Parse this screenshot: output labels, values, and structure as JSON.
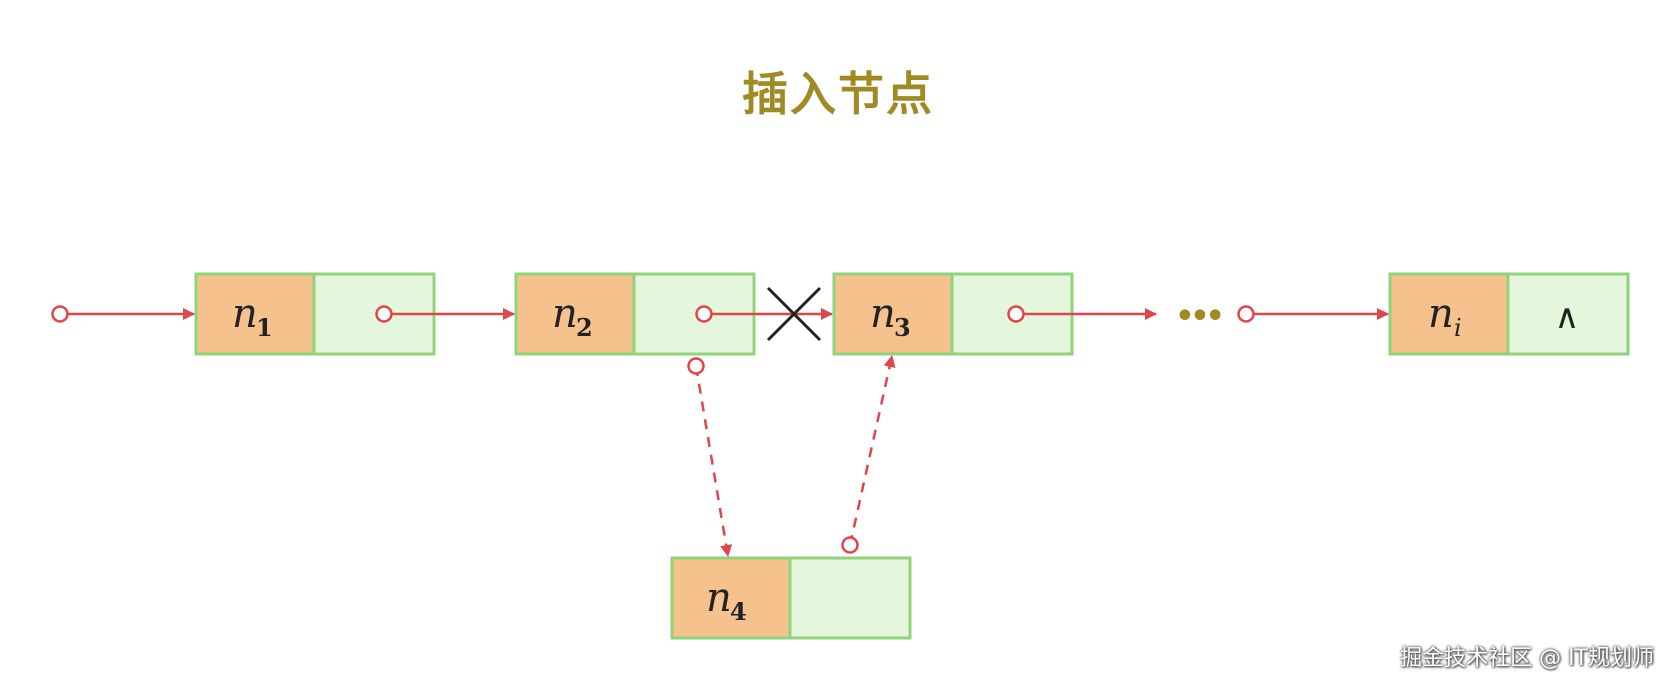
{
  "title": "插入节点",
  "nodes": [
    {
      "id": "n1",
      "base": "n",
      "sub": "1",
      "pointer": "",
      "sub_italic": false
    },
    {
      "id": "n2",
      "base": "n",
      "sub": "2",
      "pointer": "",
      "sub_italic": false
    },
    {
      "id": "n3",
      "base": "n",
      "sub": "3",
      "pointer": "",
      "sub_italic": false
    },
    {
      "id": "ni",
      "base": "n",
      "sub": "i",
      "pointer": "∧",
      "sub_italic": true
    },
    {
      "id": "n4",
      "base": "n",
      "sub": "4",
      "pointer": "",
      "sub_italic": false
    }
  ],
  "ellipsis": "•••",
  "watermark": "掘金技术社区 @ IT规划师",
  "colors": {
    "title": "#a08a24",
    "data_cell": "#f5c28e",
    "pointer_cell": "#e4f6dc",
    "cell_border": "#8fd47a",
    "arrow": "#e0454a",
    "cross": "#222222",
    "ellipsis": "#a08a24"
  }
}
